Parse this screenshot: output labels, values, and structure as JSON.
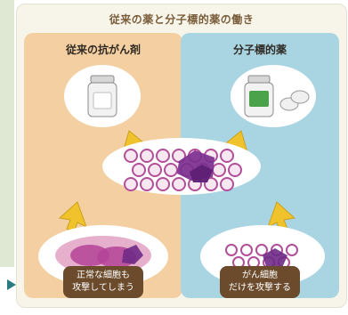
{
  "title": "従来の薬と分子標的薬の働き",
  "left": {
    "heading": "従来の抗がん剤",
    "caption": "正常な細胞も\n攻撃してしまう"
  },
  "right": {
    "heading": "分子標的薬",
    "caption": "がん細胞\nだけを攻撃する"
  },
  "colors": {
    "left_panel": "#f4cfa1",
    "right_panel": "#a9d4e2",
    "arrow": "#f0c22c",
    "caption_box": "#6b4b2c",
    "cancer": "#7b2f8f",
    "normal_cell_outline": "#b24f99"
  }
}
